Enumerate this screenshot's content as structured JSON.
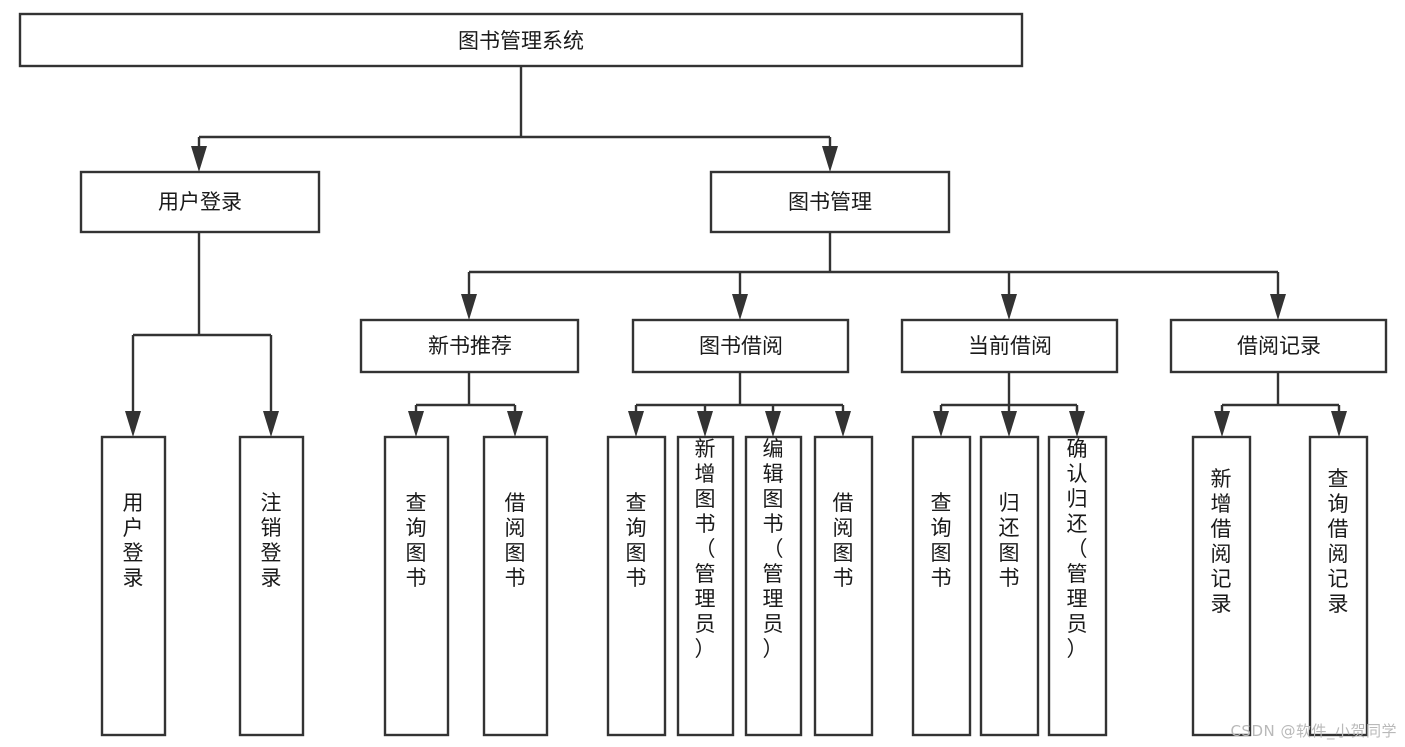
{
  "diagram": {
    "type": "tree-hierarchy",
    "title": "图书管理系统",
    "watermark": "CSDN @软件_小贺同学",
    "colors": {
      "stroke": "#333333",
      "fill": "#ffffff",
      "text": "#1a1a1a",
      "watermark": "#b9b9b9"
    },
    "levels": {
      "root": {
        "label": "图书管理系统"
      },
      "level2": [
        {
          "label": "用户登录"
        },
        {
          "label": "图书管理"
        }
      ],
      "level3": [
        {
          "label": "新书推荐"
        },
        {
          "label": "图书借阅"
        },
        {
          "label": "当前借阅"
        },
        {
          "label": "借阅记录"
        }
      ],
      "leaves": {
        "user_login": [
          {
            "label": "用户登录"
          },
          {
            "label": "注销登录"
          }
        ],
        "new_book_recommend": [
          {
            "label": "查询图书"
          },
          {
            "label": "借阅图书"
          }
        ],
        "book_borrow": [
          {
            "label": "查询图书"
          },
          {
            "label": "新增图书（管理员）"
          },
          {
            "label": "编辑图书（管理员）"
          },
          {
            "label": "借阅图书"
          }
        ],
        "current_borrow": [
          {
            "label": "查询图书"
          },
          {
            "label": "归还图书"
          },
          {
            "label": "确认归还（管理员）"
          }
        ],
        "borrow_record": [
          {
            "label": "新增借阅记录"
          },
          {
            "label": "查询借阅记录"
          }
        ]
      }
    }
  }
}
